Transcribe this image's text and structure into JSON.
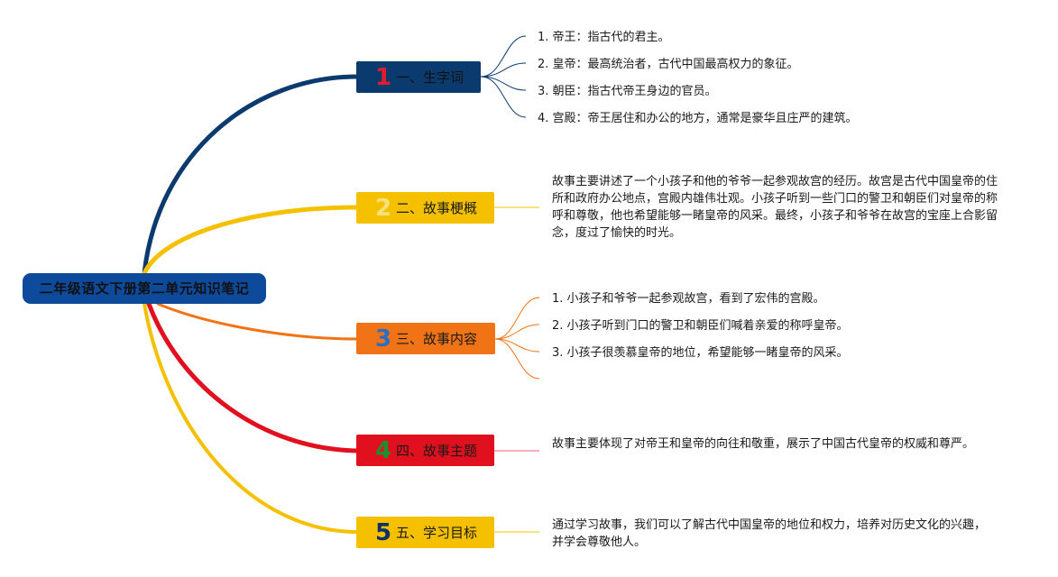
{
  "title": "二年级语文下册第二单元知识笔记",
  "branches": [
    {
      "num": "1",
      "label": "一、生字词",
      "color": "#0b3a6f",
      "num_color": "#e21b2d",
      "items": [
        "1. 帝王：指古代的君主。",
        "2. 皇帝：最高统治者，古代中国最高权力的象征。",
        "3. 朝臣：指古代帝王身边的官员。",
        "4. 宫殿：帝王居住和办公的地方，通常是豪华且庄严的建筑。"
      ]
    },
    {
      "num": "2",
      "label": "二、故事梗概",
      "color": "#f5c000",
      "num_color": "#f7e27a",
      "text": "故事主要讲述了一个小孩子和他的爷爷一起参观故宫的经历。故宫是古代中国皇帝的住所和政府办公地点，宫殿内雄伟壮观。小孩子听到一些门口的警卫和朝臣们对皇帝的称呼和尊敬，他也希望能够一睹皇帝的风采。最终，小孩子和爷爷在故宫的宝座上合影留念，度过了愉快的时光。"
    },
    {
      "num": "3",
      "label": "三、故事内容",
      "color": "#f07416",
      "num_color": "#2b6cc4",
      "items": [
        "1. 小孩子和爷爷一起参观故宫，看到了宏伟的宫殿。",
        "2. 小孩子听到门口的警卫和朝臣们喊着亲爱的称呼皇帝。",
        "3. 小孩子很羡慕皇帝的地位，希望能够一睹皇帝的风采。"
      ]
    },
    {
      "num": "4",
      "label": "四、故事主题",
      "color": "#e0101e",
      "num_color": "#1e8f2e",
      "text": "故事主要体现了对帝王和皇帝的向往和敬重，展示了中国古代皇帝的权威和尊严。"
    },
    {
      "num": "5",
      "label": "五、学习目标",
      "color": "#f5c000",
      "num_color": "#0b2f66",
      "text": "通过学习故事，我们可以了解古代中国皇帝的地位和权力，培养对历史文化的兴趣，并学会尊敬他人。"
    }
  ]
}
